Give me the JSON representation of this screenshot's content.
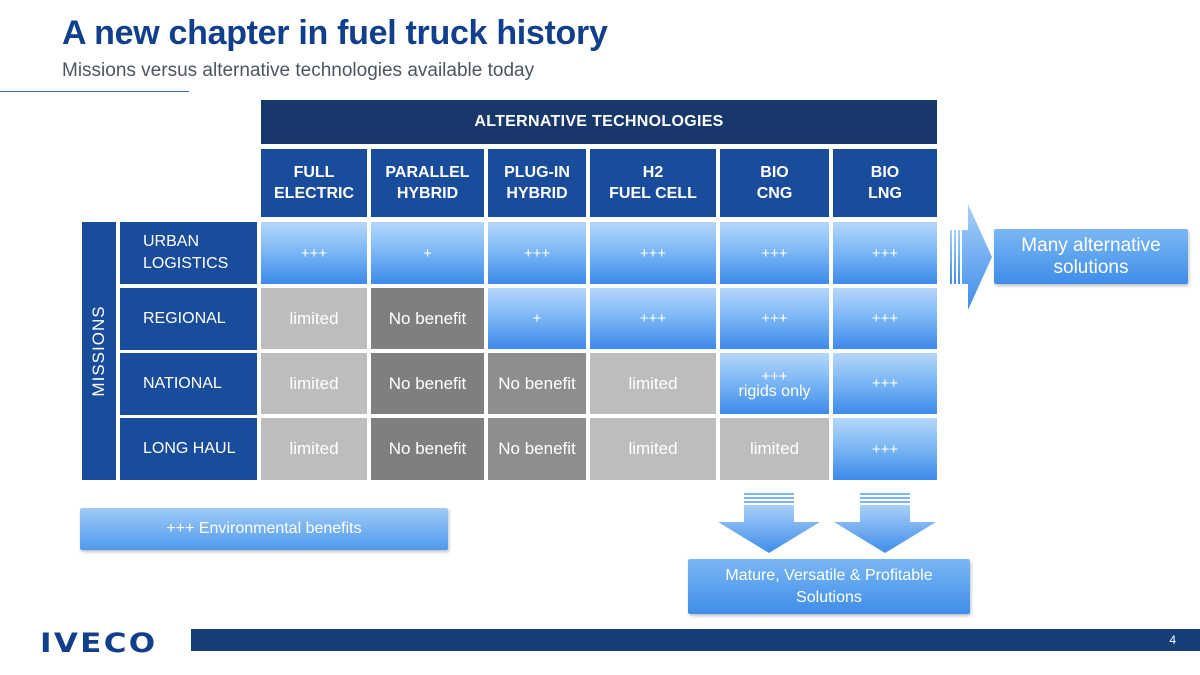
{
  "title": "A new chapter in fuel truck history",
  "subtitle": "Missions versus alternative technologies available today",
  "matrix": {
    "header": "ALTERNATIVE TECHNOLOGIES",
    "missions_label": "MISSIONS",
    "columns": [
      "FULL\nELECTRIC",
      "PARALLEL\nHYBRID",
      "PLUG-IN\nHYBRID",
      "H2\nFUEL CELL",
      "BIO\nCNG",
      "BIO\nLNG"
    ],
    "rows": [
      {
        "label": "URBAN\nLOGISTICS",
        "cells": [
          "+++",
          "+",
          "+++",
          "+++",
          "+++",
          "+++"
        ]
      },
      {
        "label": "REGIONAL",
        "cells": [
          "limited",
          "No benefit",
          "+",
          "+++",
          "+++",
          "+++"
        ]
      },
      {
        "label": "NATIONAL",
        "cells": [
          "limited",
          "No benefit",
          "No benefit",
          "limited",
          "+++",
          "+++"
        ],
        "note": "rigids only"
      },
      {
        "label": "LONG HAUL",
        "cells": [
          "limited",
          "No benefit",
          "No benefit",
          "limited",
          "limited",
          "+++"
        ]
      }
    ]
  },
  "callouts": {
    "many": "Many alternative\nsolutions",
    "env_symbol": "+++",
    "env_text": "Environmental benefits",
    "mature": "Mature, Versatile & Profitable\nSolutions"
  },
  "footer": {
    "logo": "IVECO",
    "page_number": "4"
  },
  "colors": {
    "title": "#123f8c",
    "header_dark": "#18386b",
    "header_blue": "#1a4c9c",
    "benefit_gradient_top": "#b5d7fb",
    "benefit_gradient_bottom": "#3c8aea",
    "limited_gray": "#bdbdbd",
    "no_benefit_gray": "#7f7f7f"
  }
}
